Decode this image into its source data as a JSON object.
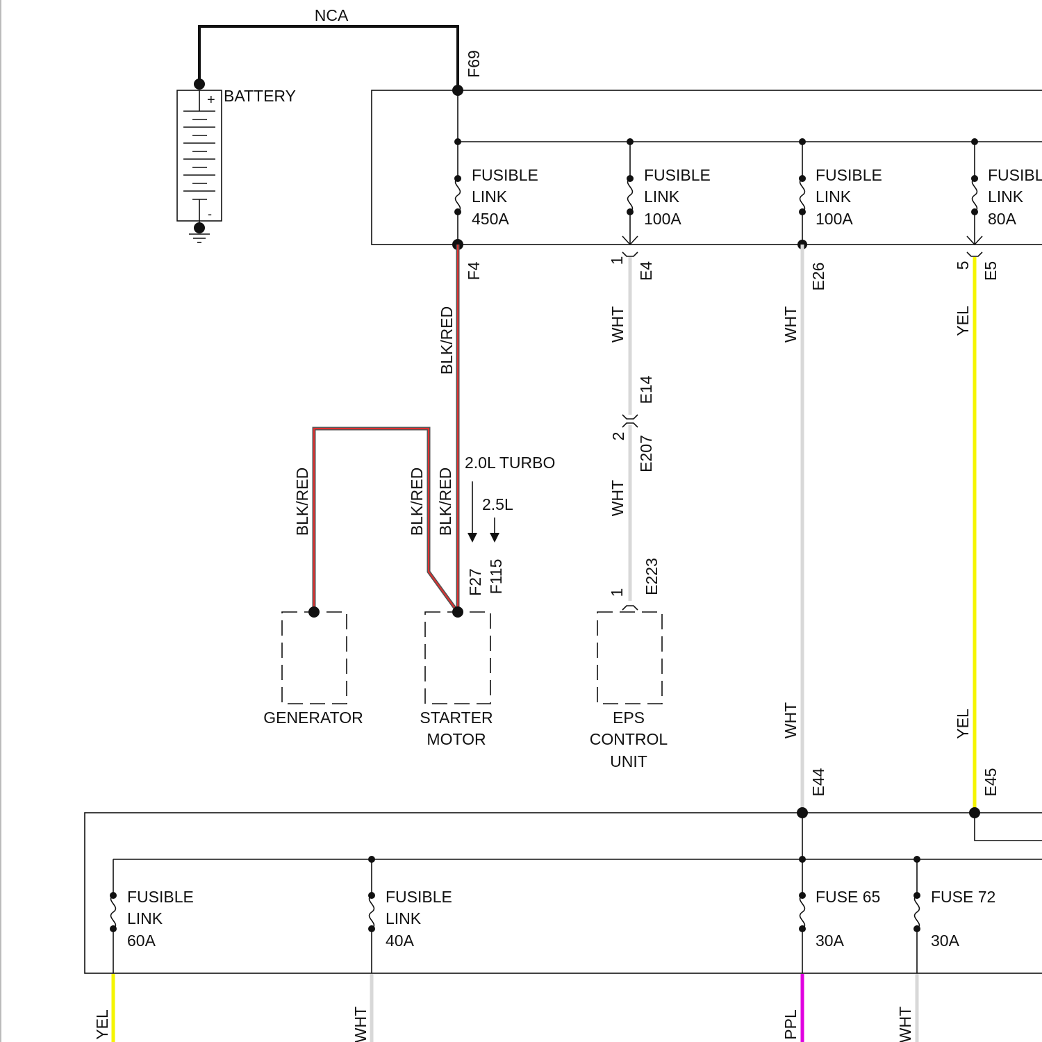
{
  "colors": {
    "blk_red_outer": "#555555",
    "blk_red_inner": "#e03030",
    "wht": "#d8d8d8",
    "yel": "#f5f500",
    "ppl": "#e000e0"
  },
  "top": {
    "nca": "NCA",
    "f69": "F69",
    "battery": "BATTERY",
    "plus": "+",
    "minus": "-"
  },
  "top_links": [
    {
      "l1": "FUSIBLE",
      "l2": "LINK",
      "l3": "450A"
    },
    {
      "l1": "FUSIBLE",
      "l2": "LINK",
      "l3": "100A"
    },
    {
      "l1": "FUSIBLE",
      "l2": "LINK",
      "l3": "100A"
    },
    {
      "l1": "FUSIBLE",
      "l2": "LINK",
      "l3": "80A"
    }
  ],
  "connectors": {
    "f4": "F4",
    "e4_pin": "1",
    "e4": "E4",
    "e26": "E26",
    "e5_pin": "5",
    "e5": "E5",
    "e14": "E14",
    "e207_pin": "2",
    "e207": "E207",
    "e223": "E223",
    "e223_pin": "1",
    "f27": "F27",
    "f115": "F115",
    "e44": "E44",
    "e45": "E45"
  },
  "wires": {
    "blkred_main": "BLK/RED",
    "wht_e4": "WHT",
    "wht_e26": "WHT",
    "yel_e5": "YEL",
    "wht_e207": "WHT",
    "blkred_gen": "BLK/RED",
    "blkred_st1": "BLK/RED",
    "blkred_st2": "BLK/RED",
    "wht_e44": "WHT",
    "yel_e45": "YEL"
  },
  "variants": {
    "turbo": "2.0L TURBO",
    "na": "2.5L"
  },
  "components": {
    "generator": "GENERATOR",
    "starter1": "STARTER",
    "starter2": "MOTOR",
    "eps1": "EPS",
    "eps2": "CONTROL",
    "eps3": "UNIT"
  },
  "bottom_links": [
    {
      "l1": "FUSIBLE",
      "l2": "LINK",
      "l3": "60A",
      "wire": "YEL"
    },
    {
      "l1": "FUSIBLE",
      "l2": "LINK",
      "l3": "40A",
      "wire": "WHT"
    },
    {
      "l1": "FUSE 65",
      "l2": "",
      "l3": "30A",
      "wire": "PPL"
    },
    {
      "l1": "FUSE 72",
      "l2": "",
      "l3": "30A",
      "wire": "WHT"
    }
  ]
}
